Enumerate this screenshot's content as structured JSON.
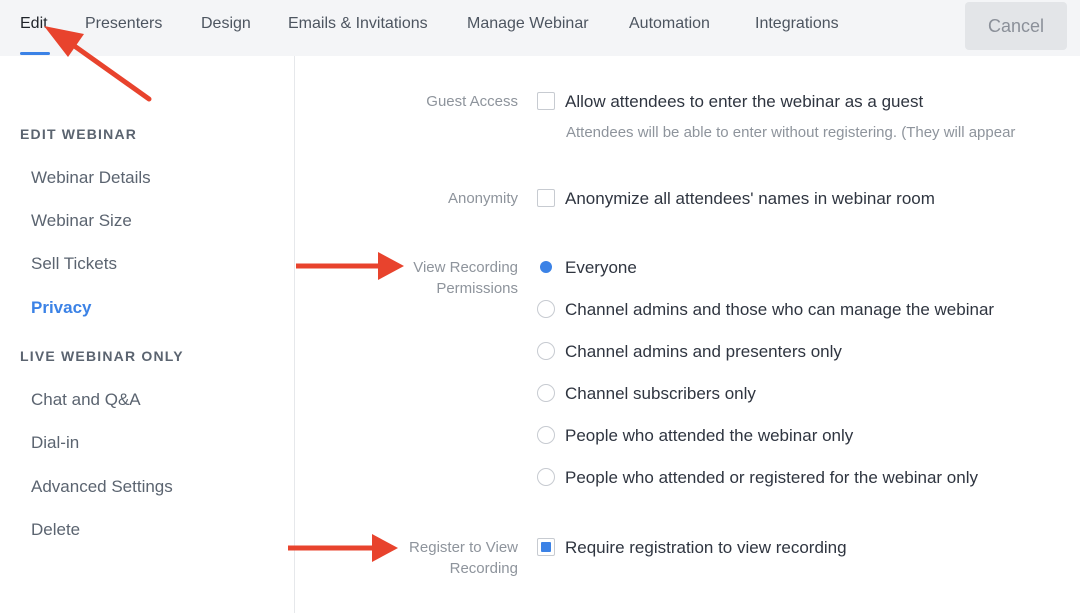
{
  "tabs": [
    {
      "label": "Edit",
      "active": true
    },
    {
      "label": "Presenters"
    },
    {
      "label": "Design"
    },
    {
      "label": "Emails & Invitations"
    },
    {
      "label": "Manage Webinar"
    },
    {
      "label": "Automation"
    },
    {
      "label": "Integrations"
    }
  ],
  "cancel_label": "Cancel",
  "sidebar": {
    "section1": "EDIT WEBINAR",
    "section1_items": [
      "Webinar Details",
      "Webinar Size",
      "Sell Tickets",
      "Privacy"
    ],
    "section2": "LIVE WEBINAR ONLY",
    "section2_items": [
      "Chat and Q&A",
      "Dial-in",
      "Advanced Settings",
      "Delete"
    ],
    "active_item": "Privacy"
  },
  "settings": {
    "guest_access": {
      "label": "Guest Access",
      "option": "Allow attendees to enter the webinar as a guest",
      "help": "Attendees will be able to enter without registering. (They will appear",
      "checked": false
    },
    "anonymity": {
      "label": "Anonymity",
      "option": "Anonymize all attendees' names in webinar room",
      "checked": false
    },
    "view_recording": {
      "label_line1": "View Recording",
      "label_line2": "Permissions",
      "options": [
        "Everyone",
        "Channel admins and those who can manage the webinar",
        "Channel admins and presenters only",
        "Channel subscribers only",
        "People who attended the webinar only",
        "People who attended or registered for the webinar only"
      ],
      "selected": "Everyone"
    },
    "register_to_view": {
      "label_line1": "Register to View",
      "label_line2": "Recording",
      "option": "Require registration to view recording",
      "checked": true
    }
  },
  "colors": {
    "accent": "#3b82e6",
    "arrow": "#e8432d"
  }
}
